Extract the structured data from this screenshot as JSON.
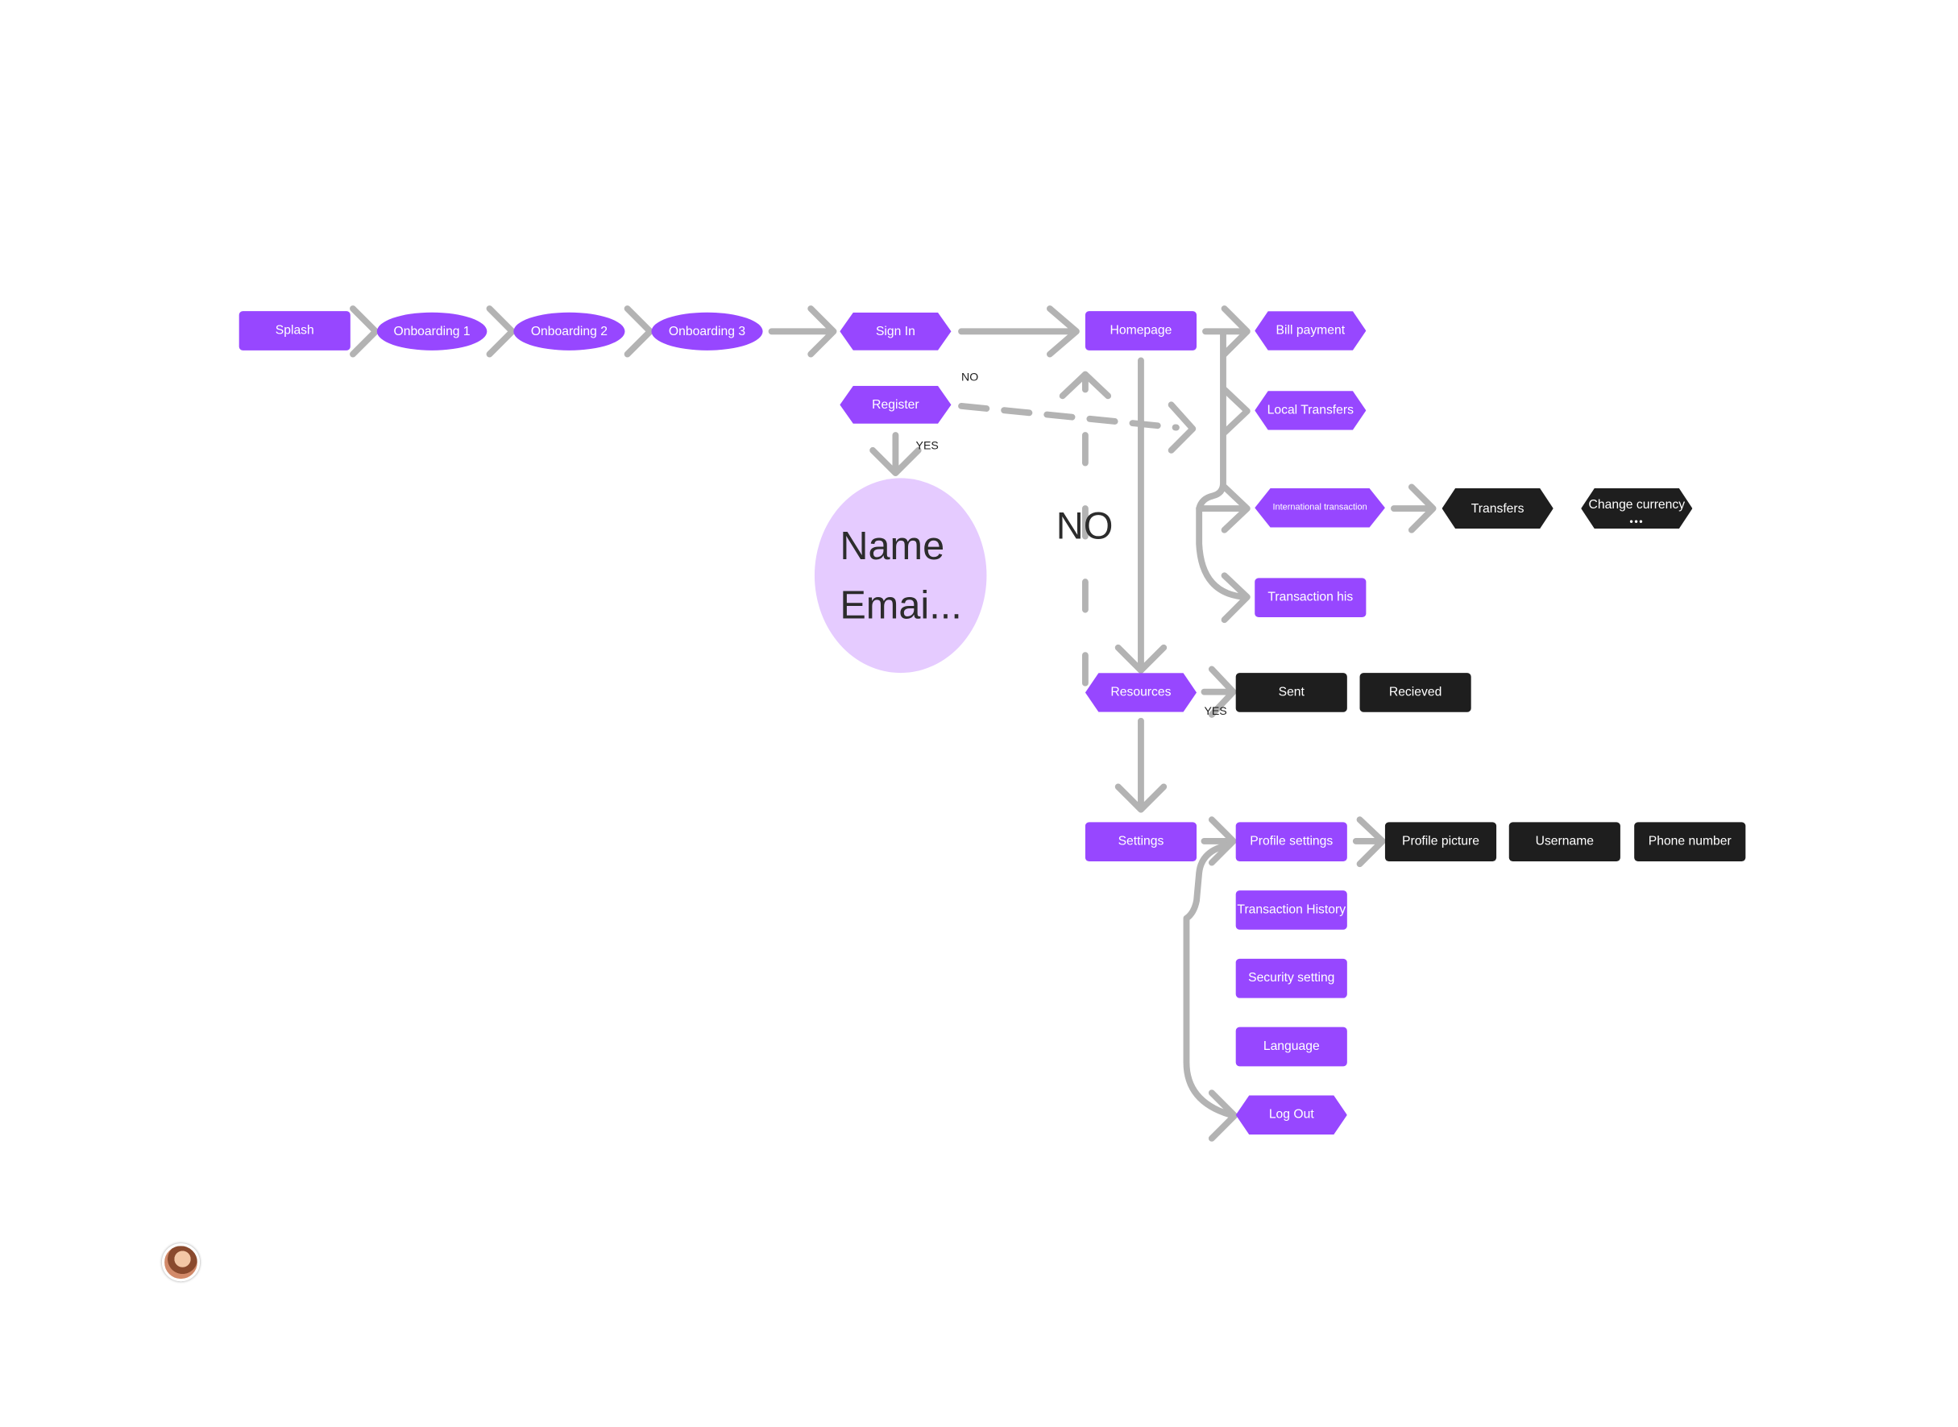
{
  "colors": {
    "purple": "#9747ff",
    "black": "#1e1e1e",
    "connector": "#b3b3b3",
    "bubble": "#e5cbff"
  },
  "nodes": {
    "splash": "Splash",
    "onboarding1": "Onboarding 1",
    "onboarding2": "Onboarding 2",
    "onboarding3": "Onboarding 3",
    "sign_in": "Sign In",
    "register": "Register",
    "homepage": "Homepage",
    "bill_payment": "Bill payment",
    "local_transfers": "Local Transfers",
    "international_transaction": "International transaction",
    "transaction_his": "Transaction his",
    "transfers": "Transfers",
    "change_currency": "Change currency",
    "resources": "Resources",
    "sent": "Sent",
    "recieved": "Recieved",
    "settings": "Settings",
    "profile_settings": "Profile settings",
    "profile_picture": "Profile picture",
    "username": "Username",
    "phone_number": "Phone number",
    "transaction_history": "Transaction History",
    "security_setting": "Security setting",
    "language": "Language",
    "log_out": "Log Out"
  },
  "labels": {
    "no_small": "NO",
    "yes_register": "YES",
    "no_big": "NO",
    "yes_resources": "YES"
  },
  "bubble": {
    "line1": "Name",
    "line2": "Emai..."
  },
  "icons": {
    "more": "more-dots-icon",
    "avatar": "user-avatar-icon"
  }
}
